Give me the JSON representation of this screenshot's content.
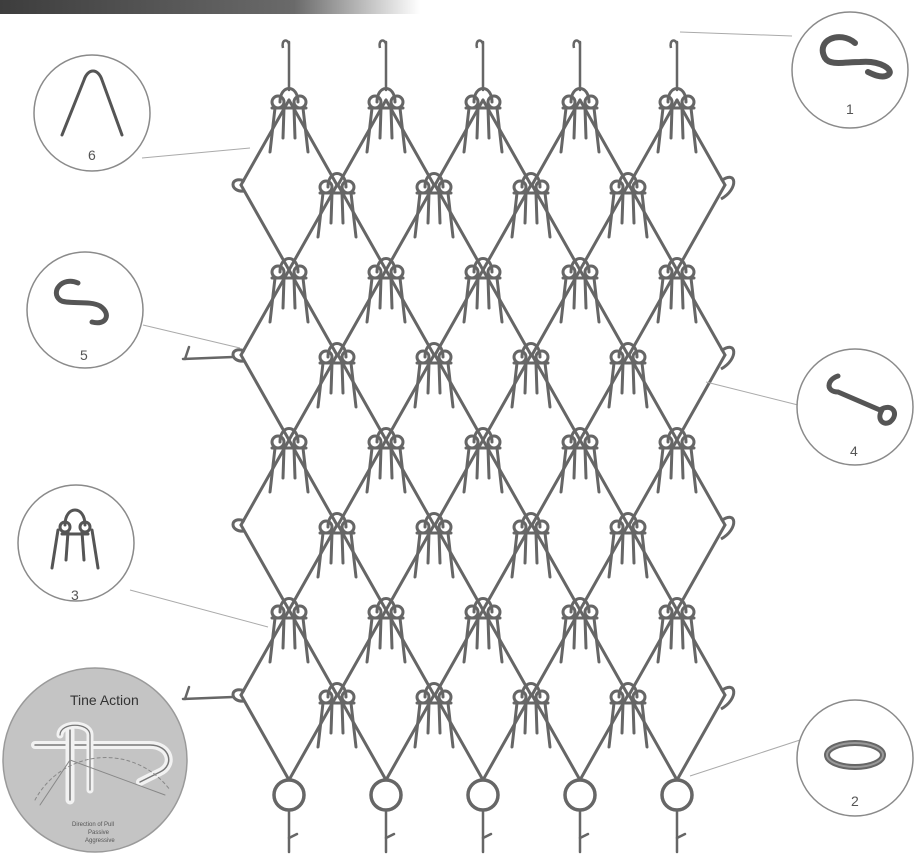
{
  "colors": {
    "wire": "#666666",
    "wire_dark": "#4a4a4a",
    "callout_circle": "#8a8a8a",
    "leader": "#aaaaaa",
    "inset_fill": "#c4c4c4",
    "background": "#ffffff"
  },
  "callouts": [
    {
      "id": "1",
      "label": "1",
      "icon": "s-hook-icon"
    },
    {
      "id": "2",
      "label": "2",
      "icon": "ring-icon"
    },
    {
      "id": "3",
      "label": "3",
      "icon": "spring-tine-icon"
    },
    {
      "id": "4",
      "label": "4",
      "icon": "end-hook-icon"
    },
    {
      "id": "5",
      "label": "5",
      "icon": "s-hook-icon"
    },
    {
      "id": "6",
      "label": "6",
      "icon": "wire-loop-icon"
    }
  ],
  "inset": {
    "title": "Tine Action",
    "note_line1": "Direction of Pull",
    "note_line2": "Passive",
    "note_line3": "Aggressive"
  },
  "mesh": {
    "columns": 5,
    "row_pairs": 4
  }
}
